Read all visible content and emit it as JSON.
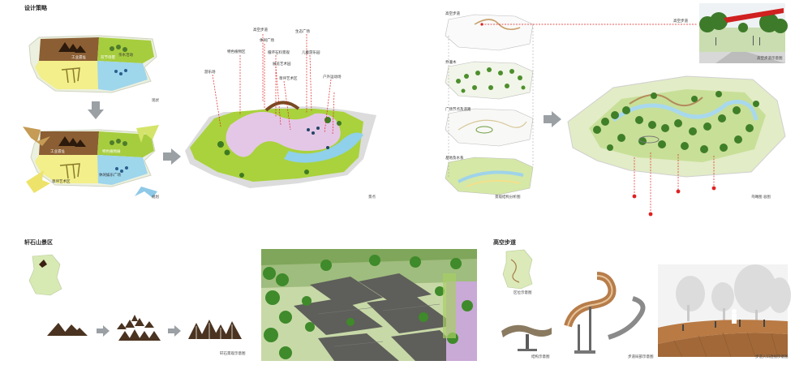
{
  "sections": {
    "design_concept": "设计策略",
    "rock_area": "轩石山景区",
    "skywalk": "高空步道"
  },
  "zoning": {
    "top_labels": [
      "工业遗址",
      "双节母婴",
      "亲水活动"
    ],
    "bottom_labels": [
      "工业遗址",
      "特色植物展",
      "草坪艺术区",
      "休闲娱乐广场"
    ],
    "caption_top": "现状",
    "caption_bottom": "规划"
  },
  "master_plan": {
    "labels": [
      "高空步道",
      "特色植物区",
      "休闲广场",
      "循环石料景观",
      "游乐场",
      "展览艺术园",
      "生态广场",
      "草坪艺术区",
      "儿童游乐园",
      "户外运动场"
    ],
    "caption": "景点"
  },
  "layers": {
    "labels": [
      "高空步道",
      "乔灌木",
      "广场节点及道路",
      "基地及水系"
    ],
    "caption": "景观结构分析图",
    "skywalk_tag": "高空步道",
    "photo_caption": "高空步道示意图",
    "aerial_caption": "鸟瞰图 总图"
  },
  "rock": {
    "caption": "轩石景观示意图"
  },
  "skywalk_panel": {
    "captions": [
      "区位示意图",
      "结构示意图",
      "步道局部示意图",
      "步道入口透视示意图"
    ]
  }
}
